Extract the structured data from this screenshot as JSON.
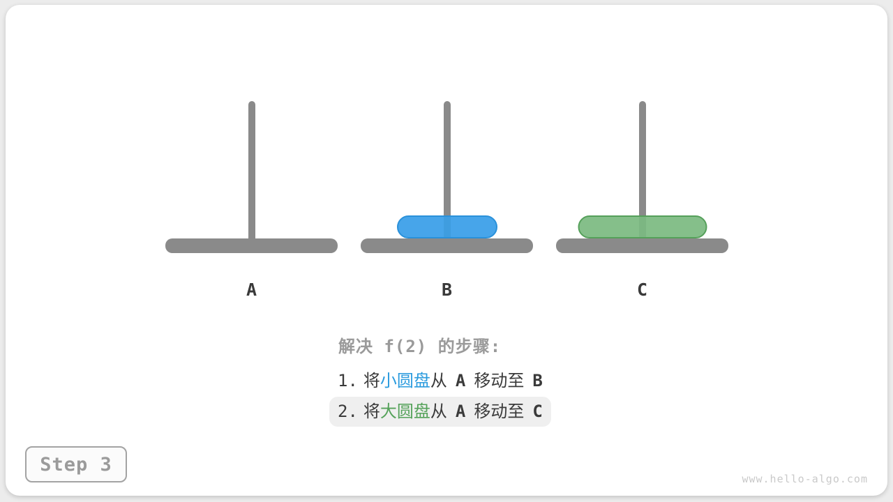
{
  "hanoi": {
    "pegs": [
      {
        "label": "A",
        "disks": []
      },
      {
        "label": "B",
        "disks": [
          "small-blue"
        ]
      },
      {
        "label": "C",
        "disks": [
          "large-green"
        ]
      }
    ]
  },
  "explanation": {
    "title": "解决 f(2) 的步骤:",
    "steps": [
      {
        "num": "1.",
        "pre": "将",
        "disk": "小圆盘",
        "post": "从",
        "from": "A",
        "mid": "移动至",
        "to": "B",
        "highlighted": false
      },
      {
        "num": "2.",
        "pre": "将",
        "disk": "大圆盘",
        "post": "从",
        "from": "A",
        "mid": "移动至",
        "to": "C",
        "highlighted": true
      }
    ]
  },
  "footer": {
    "step_badge": "Step 3",
    "watermark": "www.hello-algo.com"
  },
  "colors": {
    "small_disk_fill": "#47a5ea",
    "small_disk_border": "#2a91da",
    "large_disk_fill": "#85bf8a",
    "large_disk_border": "#55a05a",
    "peg_gray": "#8a8a8a",
    "blue_text": "#2b9bde",
    "green_text": "#55a25a",
    "title_gray": "#9a9a9a",
    "dark_text": "#3a3a3a",
    "highlight_bg": "#efefef"
  }
}
